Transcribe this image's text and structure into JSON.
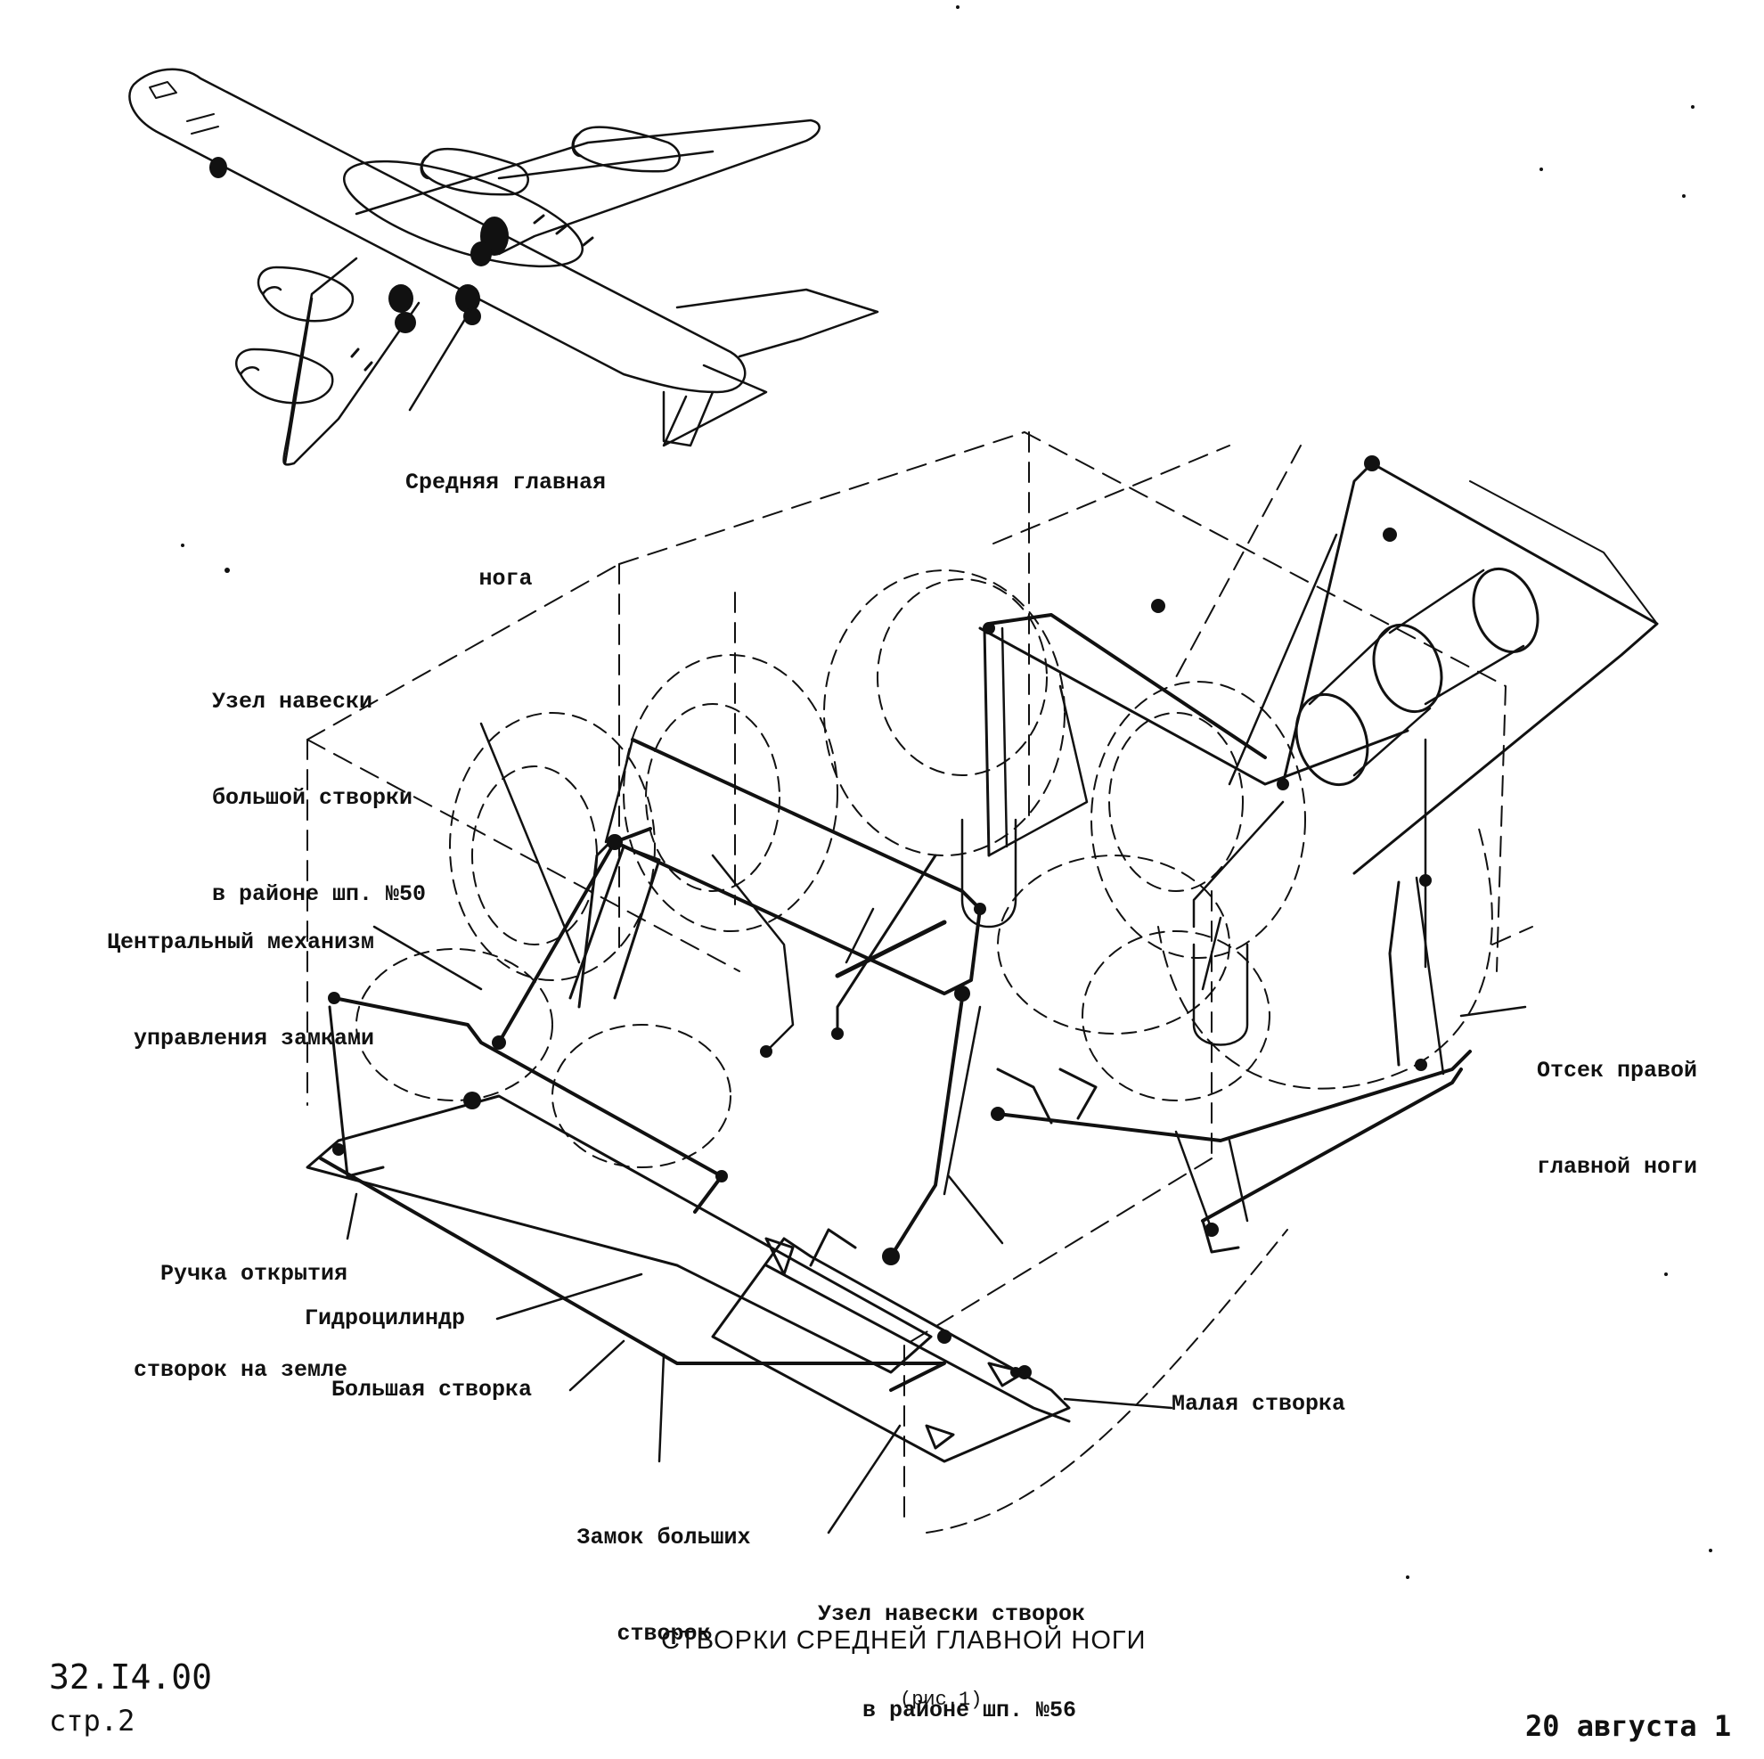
{
  "labels": {
    "aircraft_callout": [
      "Средняя главная",
      "нога"
    ],
    "hinge_50": [
      "Узел навески",
      "большой створки",
      "в районе шп. №50"
    ],
    "central_mechanism": [
      "Центральный механизм",
      "управления замками"
    ],
    "handle": [
      "Ручка открытия",
      "створок на земле"
    ],
    "hydrocylinder": "Гидроцилиндр",
    "large_door": "Большая створка",
    "large_door_lock": [
      "Замок больших",
      "створок"
    ],
    "hinge_56": [
      "Узел навески створок",
      "в районе шп. №56"
    ],
    "small_door": "Малая створка",
    "right_bay": [
      "Отсек правой",
      "главной ноги"
    ]
  },
  "caption": {
    "title": "СТВОРКИ СРЕДНЕЙ ГЛАВНОЙ НОГИ",
    "figure": "(рис.1)"
  },
  "doc": {
    "section": "32.I4.00",
    "page": "стр.2",
    "date": "20 августа 1"
  }
}
